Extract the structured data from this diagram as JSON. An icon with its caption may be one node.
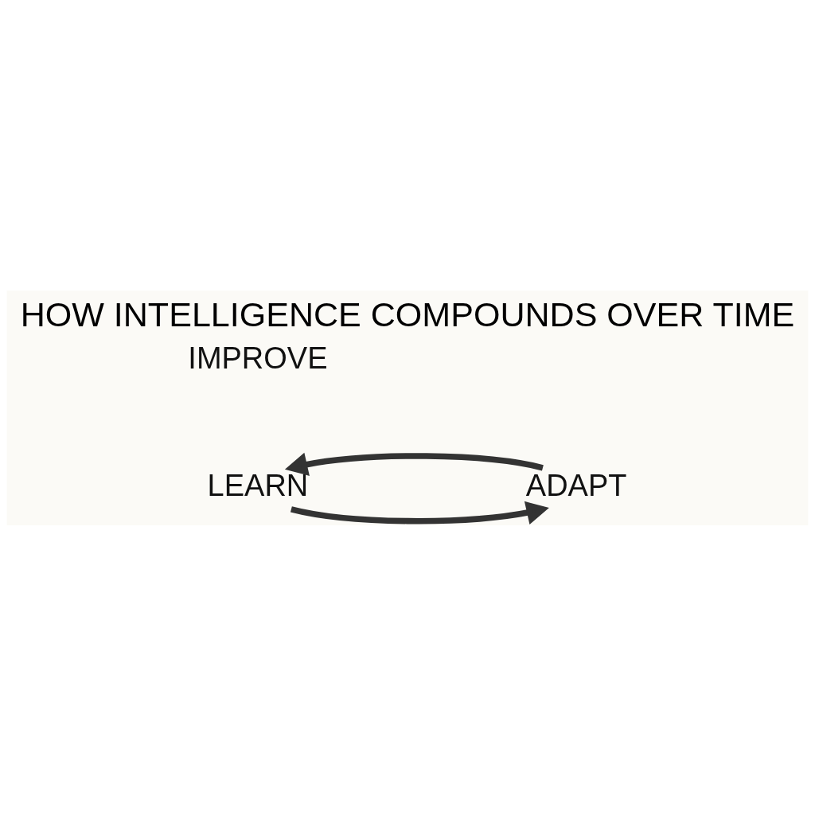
{
  "diagram": {
    "title": "HOW INTELLIGENCE COMPOUNDS OVER TIME",
    "nodes": [
      {
        "text": [
          "LEARN"
        ]
      },
      {
        "text": [
          "ADAPT"
        ]
      }
    ],
    "edges": [
      {
        "from": 0,
        "to": 1,
        "arrow": "to"
      },
      {
        "from": 1,
        "to": 0,
        "arrow": "to"
      }
    ],
    "labels": [
      "IMPROVE"
    ]
  }
}
